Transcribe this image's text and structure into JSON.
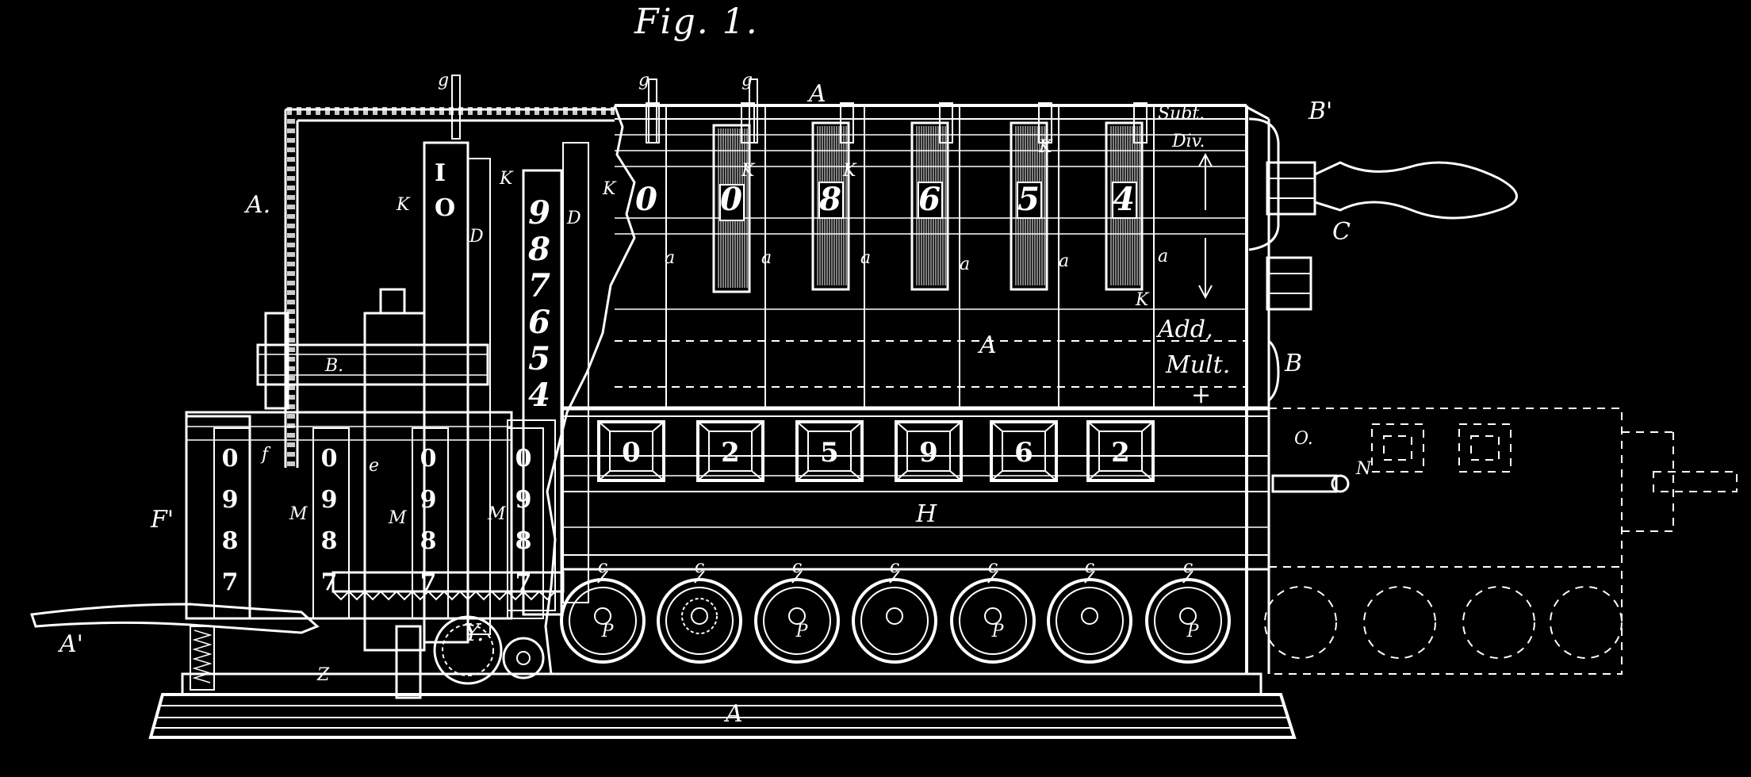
{
  "figure": {
    "title": "Fig. 1.",
    "labels": {
      "A_top": "A",
      "A_left": "A.",
      "A_mid": "A",
      "A_base": "A",
      "A_prime": "A'",
      "B": "B.",
      "B_right": "B",
      "B_prime": "B'",
      "C": "C",
      "F_prime": "F'",
      "H": "H",
      "O": "O.",
      "N": "N",
      "Y": "Y.",
      "Z": "Z",
      "K": "K",
      "D": "D",
      "M": "M",
      "a": "a",
      "g": "g",
      "e": "e",
      "f": "f",
      "c": "c",
      "P": "P"
    },
    "operations": {
      "subt": "Subt.",
      "div": "Div.",
      "add": "Add,",
      "mult": "Mult.",
      "plus": "+"
    },
    "setting_digits": [
      "0",
      "0",
      "8",
      "6",
      "5",
      "4"
    ],
    "result_windows": [
      "0",
      "2",
      "5",
      "9",
      "6",
      "2"
    ],
    "left_slide_digits": [
      "I",
      "O"
    ],
    "left_column_digits": [
      "9",
      "8",
      "7",
      "6",
      "5",
      "4"
    ],
    "wheel_digits": [
      "0",
      "9",
      "8",
      "7"
    ]
  }
}
